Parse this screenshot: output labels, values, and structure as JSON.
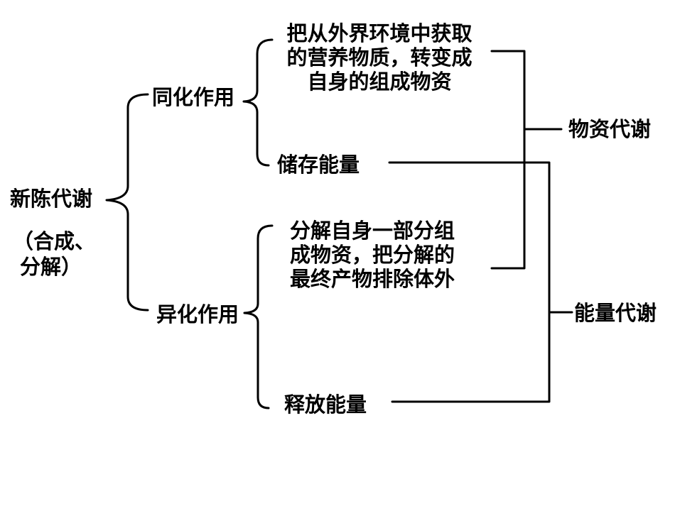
{
  "diagram": {
    "root": {
      "label": "新陈代谢",
      "note_lines": [
        "（合成、",
        "分解）"
      ]
    },
    "branches": {
      "assimilation": {
        "label": "同化作用",
        "description_lines": [
          "把从外界环境中获取",
          "的营养物质，转变成",
          "自身的组成物资"
        ],
        "energy_label": "储存能量"
      },
      "dissimilation": {
        "label": "异化作用",
        "description_lines": [
          "分解自身一部分组",
          "成物资，把分解的",
          "最终产物排除体外"
        ],
        "energy_label": "释放能量"
      }
    },
    "outcomes": {
      "material_metabolism": "物资代谢",
      "energy_metabolism": "能量代谢"
    },
    "colors": {
      "line": "#000000",
      "background": "#ffffff",
      "text": "#000000"
    }
  }
}
